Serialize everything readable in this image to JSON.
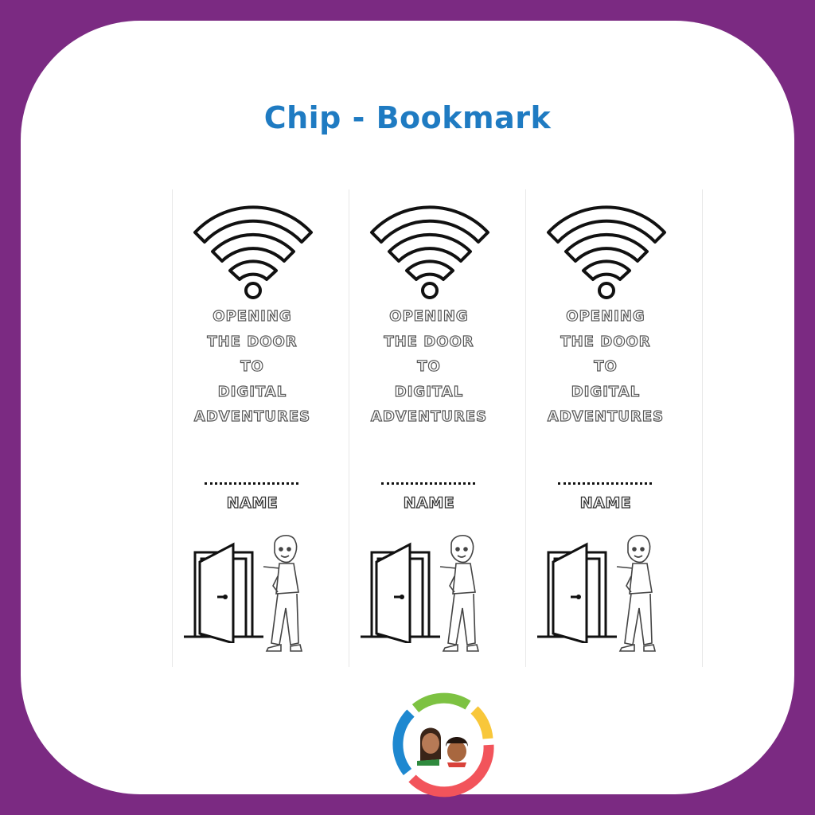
{
  "page": {
    "title": "Chip - Bookmark",
    "colors": {
      "frame": "#7B2A82",
      "card": "#FFFFFF",
      "title": "#1F7BC2",
      "logo_ring": [
        "#7DC242",
        "#F8C73A",
        "#F2545B",
        "#1E88D0"
      ]
    }
  },
  "bookmarks": [
    {
      "icon": "wifi-icon",
      "slogan": [
        "OPENING",
        "THE DOOR",
        "TO",
        "DIGITAL",
        "ADVENTURES"
      ],
      "name_line": "...............",
      "name_label": "NAME",
      "illustrations": [
        "open-door",
        "boy-pointing"
      ]
    },
    {
      "icon": "wifi-icon",
      "slogan": [
        "OPENING",
        "THE DOOR",
        "TO",
        "DIGITAL",
        "ADVENTURES"
      ],
      "name_line": "...............",
      "name_label": "NAME",
      "illustrations": [
        "open-door",
        "boy-pointing"
      ]
    },
    {
      "icon": "wifi-icon",
      "slogan": [
        "OPENING",
        "THE DOOR",
        "TO",
        "DIGITAL",
        "ADVENTURES"
      ],
      "name_line": "...............",
      "name_label": "NAME",
      "illustrations": [
        "open-door",
        "boy-pointing"
      ]
    }
  ],
  "footer": {
    "logo": "brand-logo-two-kids-in-colored-ring"
  }
}
